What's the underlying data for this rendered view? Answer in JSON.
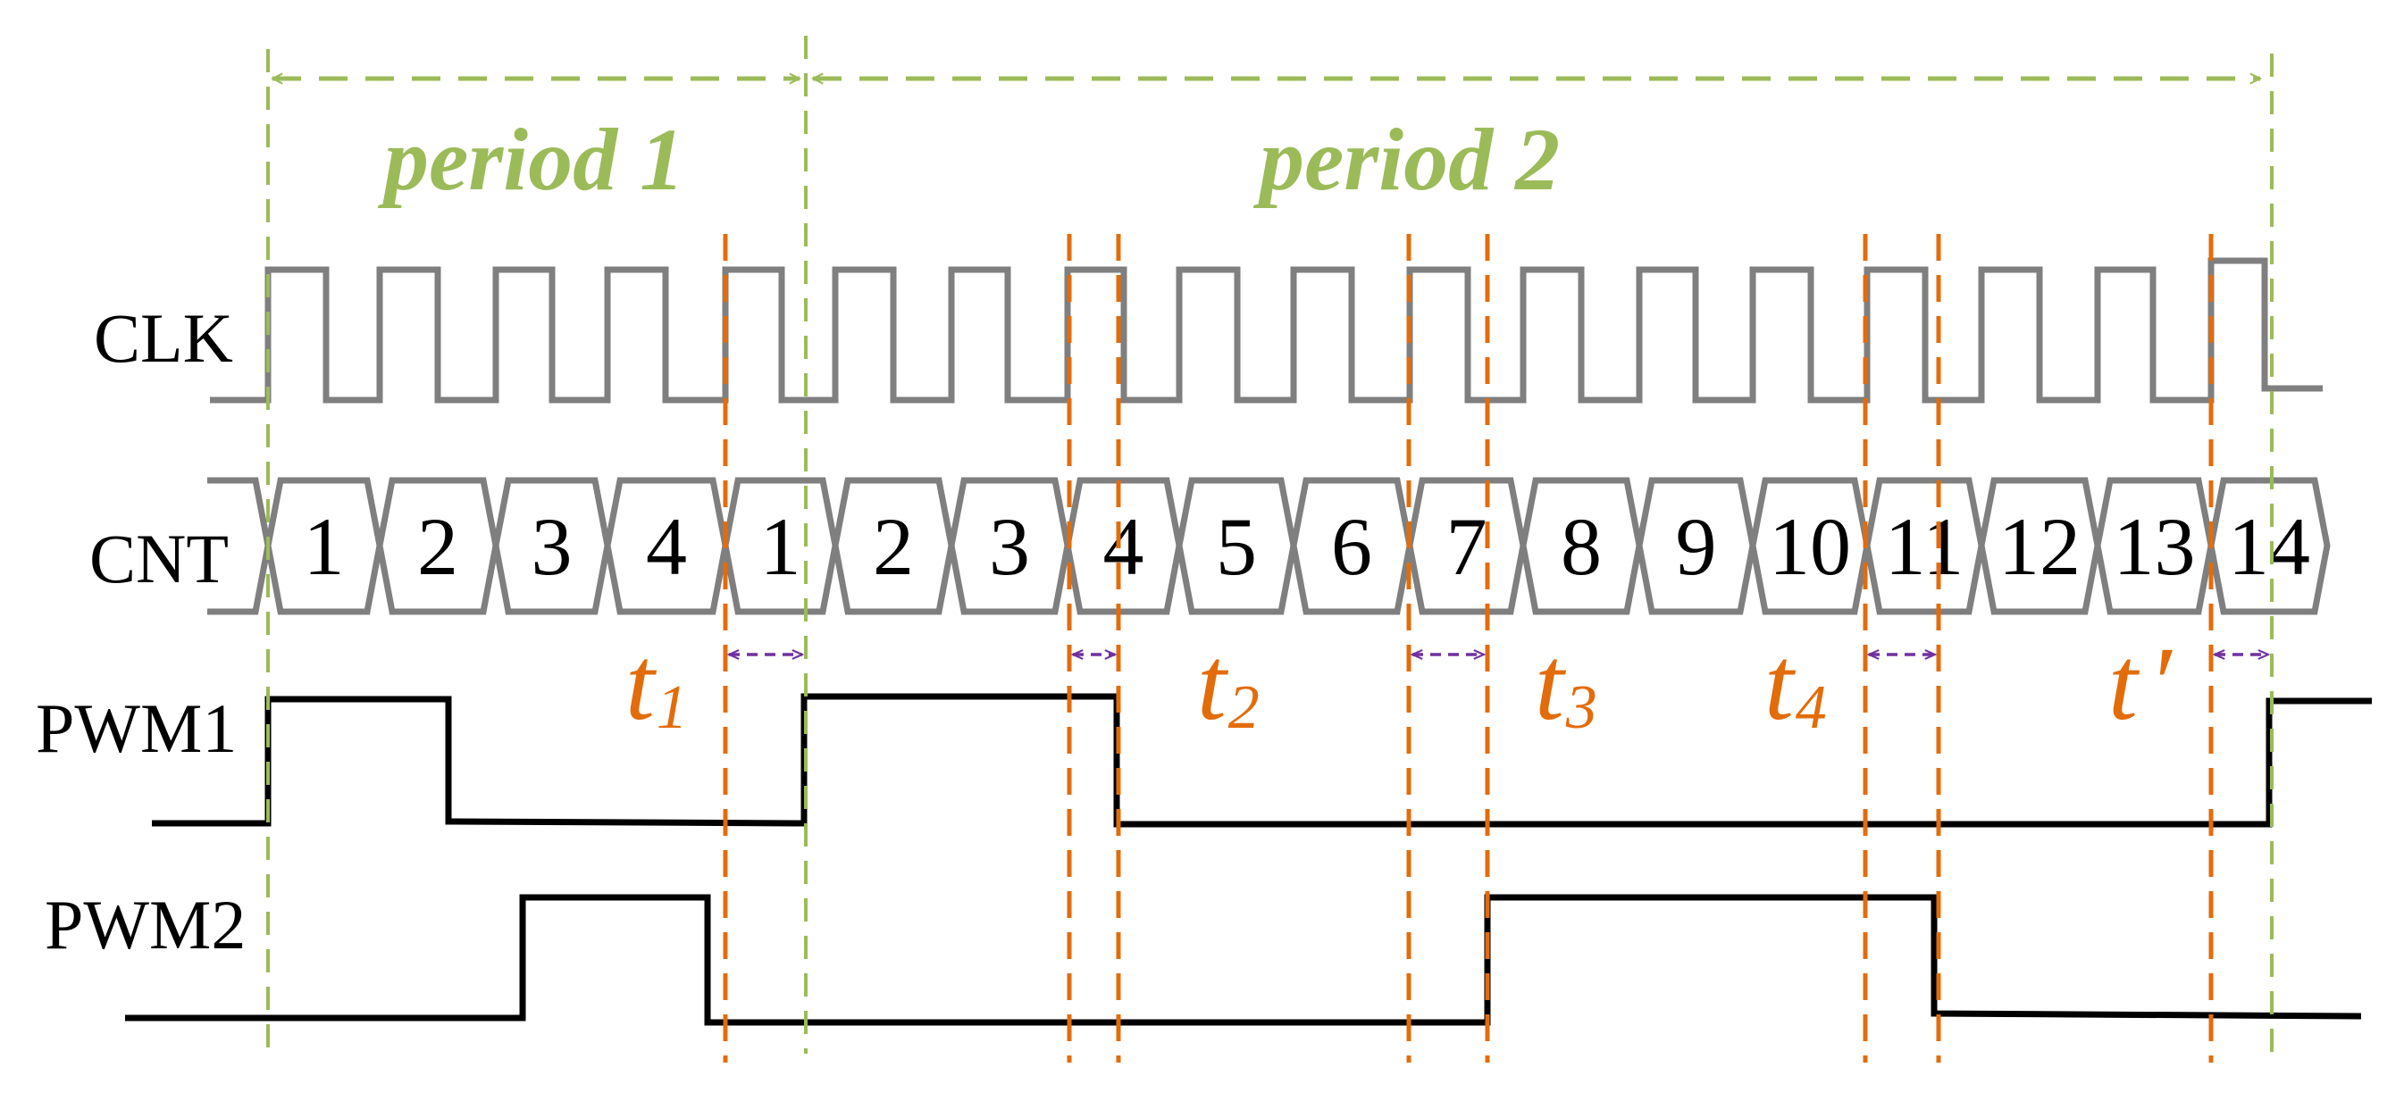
{
  "colors": {
    "clk": "#7f7f7f",
    "cnt": "#7f7f7f",
    "pwm": "#000000",
    "period_guide": "#9bbb59",
    "event_guide": "#e36c0a",
    "interval_arrow": "#7030a0"
  },
  "labels": {
    "clk": "CLK",
    "cnt": "CNT",
    "pwm1": "PWM1",
    "pwm2": "PWM2"
  },
  "periods": [
    {
      "label": "period 1"
    },
    {
      "label": "period 2"
    }
  ],
  "counter_values": [
    "1",
    "2",
    "3",
    "4",
    "1",
    "2",
    "3",
    "4",
    "5",
    "6",
    "7",
    "8",
    "9",
    "10",
    "11",
    "12",
    "13",
    "14"
  ],
  "interval_labels": [
    {
      "main": "t",
      "sub": "1"
    },
    {
      "main": "t",
      "sub": "2"
    },
    {
      "main": "t",
      "sub": "3"
    },
    {
      "main": "t",
      "sub": "4"
    },
    {
      "main": "t",
      "sub": "′"
    }
  ]
}
